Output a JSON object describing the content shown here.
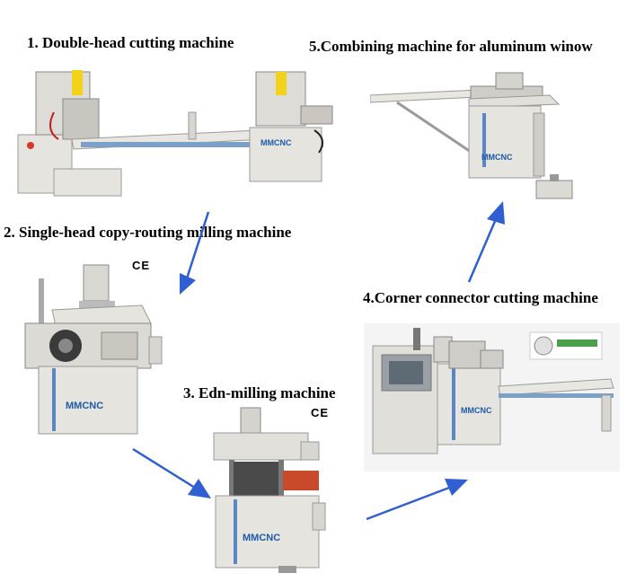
{
  "labels": {
    "m1": "1. Double-head cutting machine",
    "m2": "2. Single-head copy-routing milling machine",
    "m3": "3. Edn-milling machine",
    "m4": "4.Corner connector cutting machine",
    "m5": "5.Combining machine for aluminum winow"
  },
  "ce_mark": "CE",
  "brand": "MMCNC",
  "colors": {
    "arrow": "#2f5fd0",
    "machine_body": "#e8e6e0",
    "machine_trim": "#7a8fa8",
    "background": "#ffffff"
  }
}
